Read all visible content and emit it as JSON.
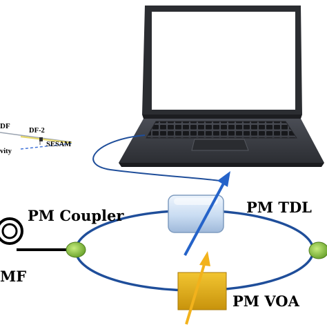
{
  "labels": {
    "pm_coupler": "PM Coupler",
    "pm_tdl": "PM TDL",
    "pm_voa": "PM VOA",
    "mf_fragment": "MF",
    "df_fragment": "DF",
    "df2": "DF-2",
    "sesam": "SESAM",
    "cavity_fragment": "vity"
  },
  "colors": {
    "ring": "#1f4e9a",
    "cable": "#1f4e9a",
    "coupler": "#8cc63f",
    "tdl_box": "#c9dcf2",
    "voa_box": "#e3b51a",
    "up_arrow": "#2563c9",
    "voa_arrow": "#f2b21c",
    "fiber_dash": "#3a6fd8",
    "laptop_body": "#3b3e45",
    "laptop_screen": "#ffffff"
  },
  "icons": {
    "laptop": "laptop-icon",
    "fiber_spool": "fiber-spool-icon",
    "tdl": "delay-line-icon",
    "voa": "attenuator-icon"
  }
}
